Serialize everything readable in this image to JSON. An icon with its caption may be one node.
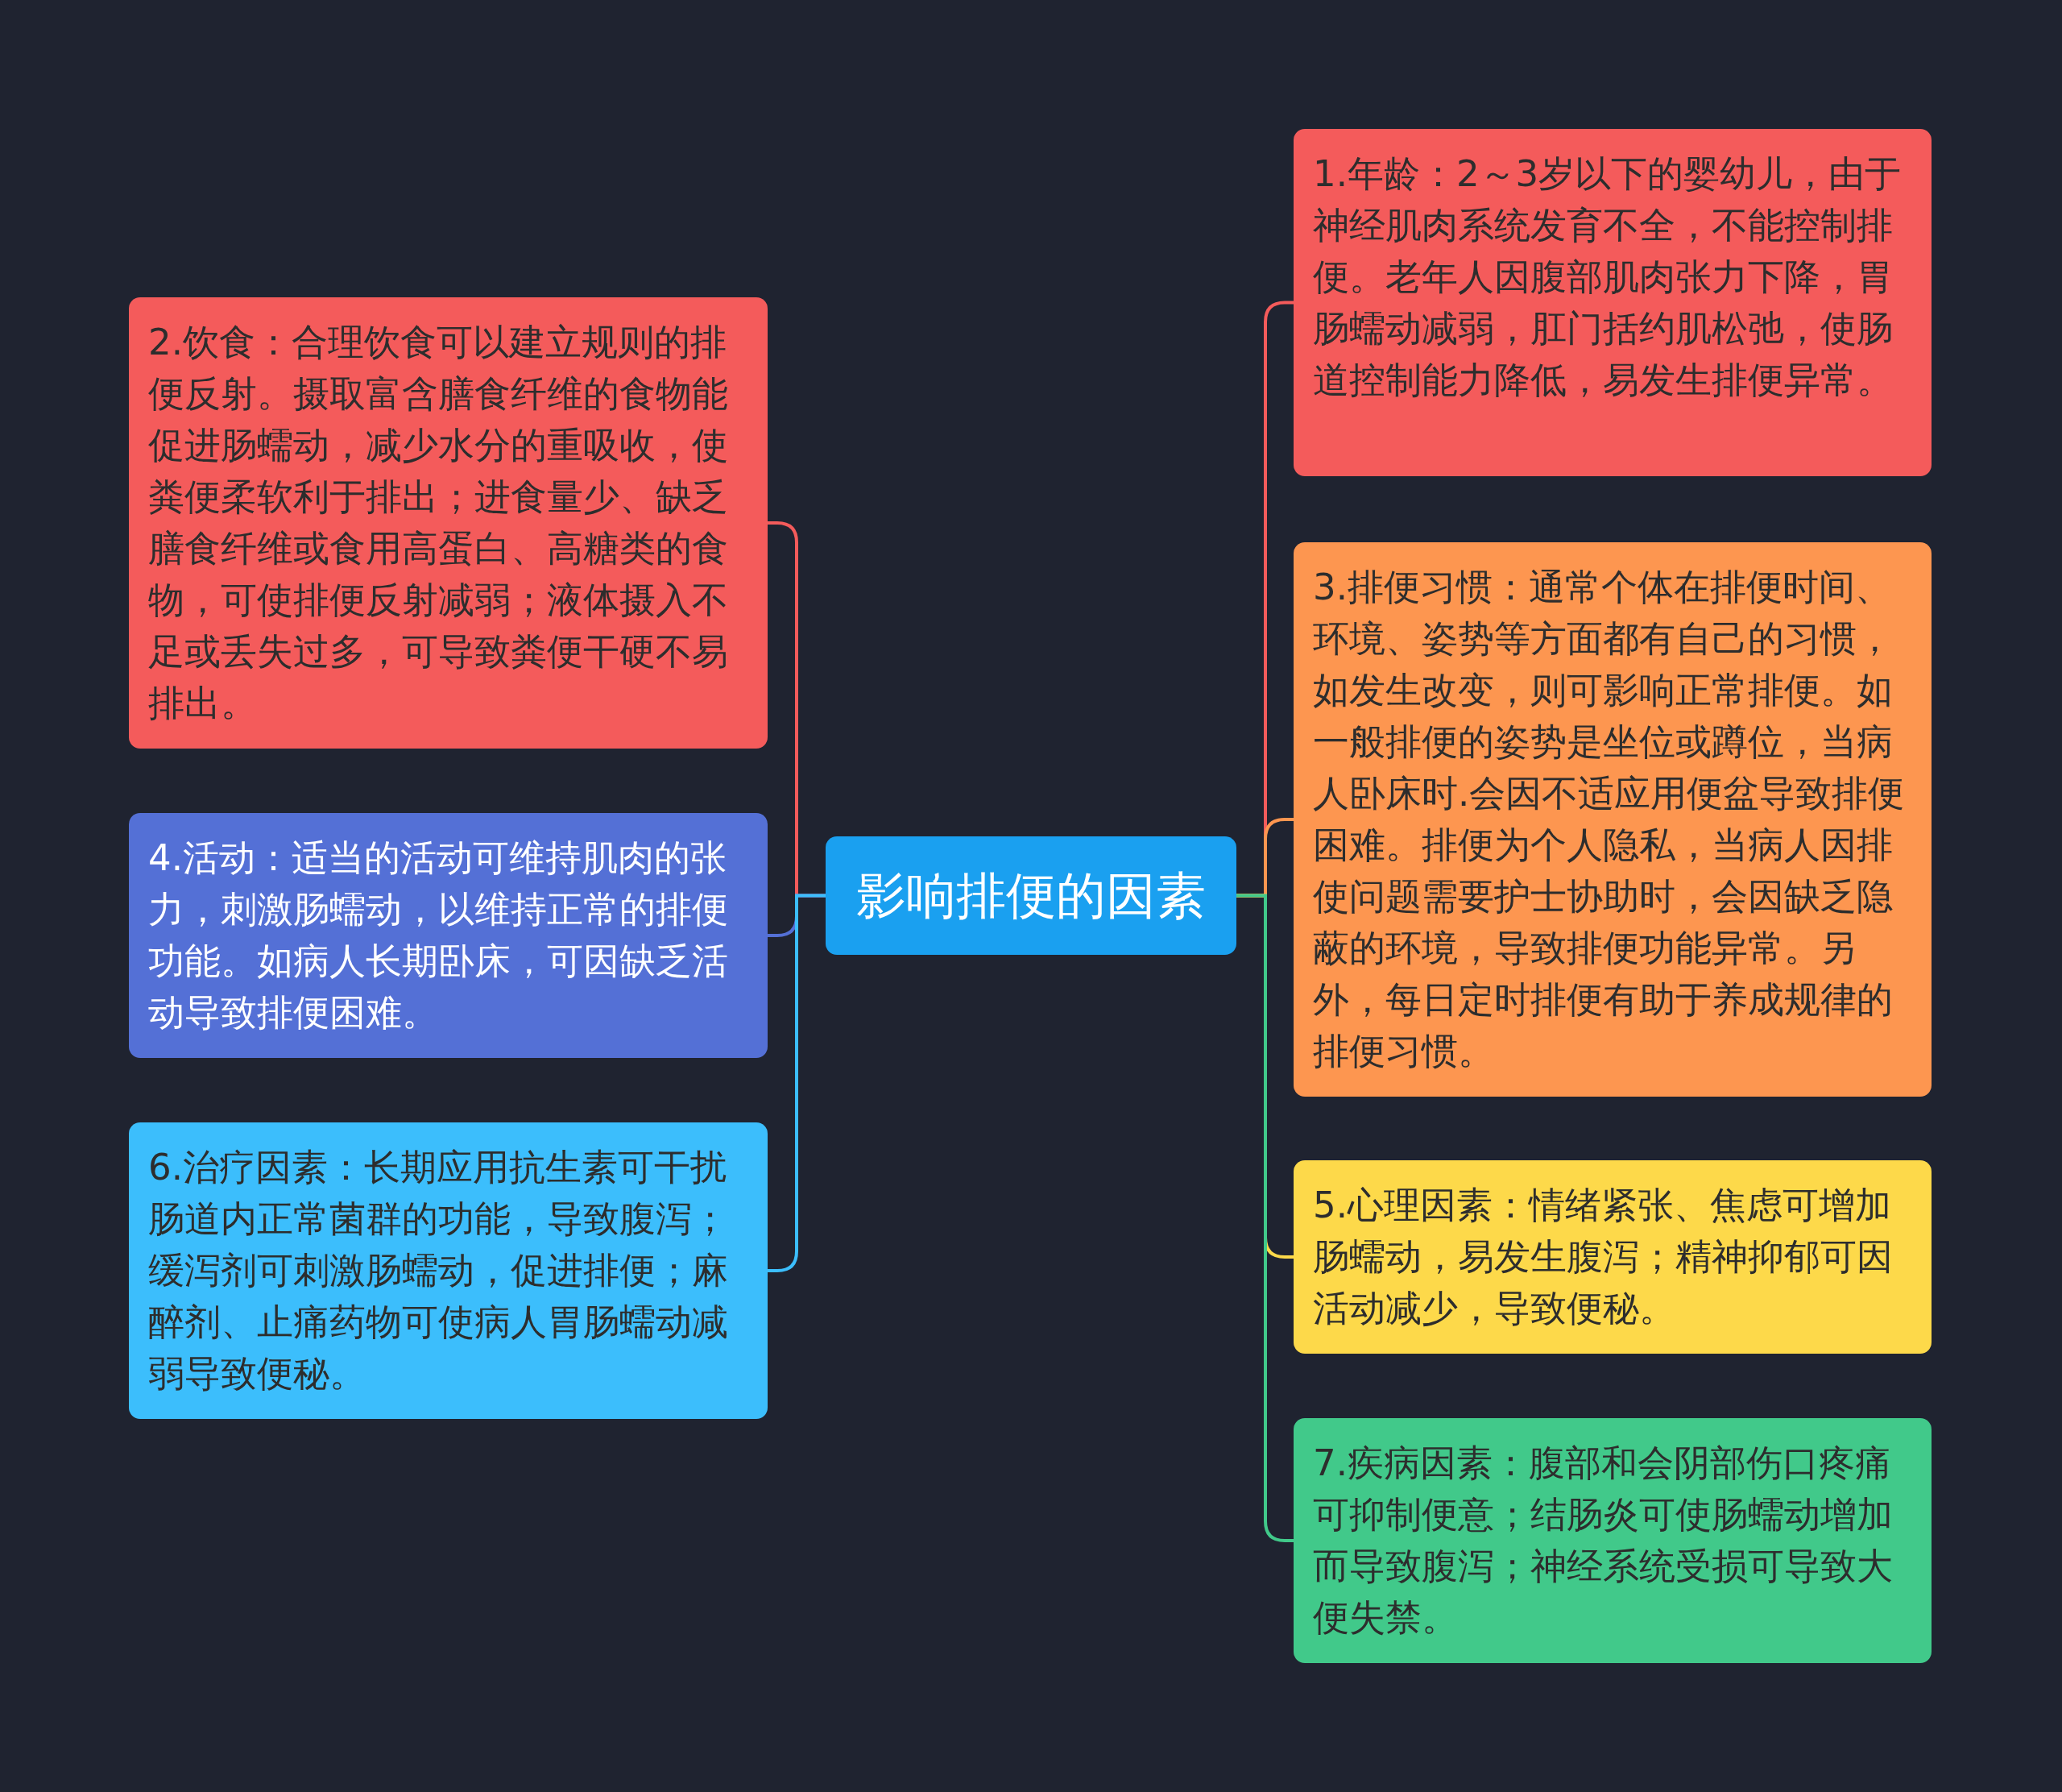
{
  "diagram": {
    "nodes": [
      {
        "text": [
          "影响排便的因素"
        ]
      },
      {
        "text": [
          "1.年龄：2～3岁以下的婴幼儿，由于神经肌肉系统发育不全，不能控制排便。老年人因腹部肌肉张力下降，胃肠蠕动减弱，肛门括约肌松弛，使肠道控制能力降低，易发生排便异常。"
        ]
      },
      {
        "text": [
          "2.饮食：合理饮食可以建立规则的排便反射。摄取富含膳食纤维的食物能促进肠蠕动，减少水分的重吸收，使粪便柔软利于排出；进食量少、缺乏膳食纤维或食用高蛋白、高糖类的食物，可使排便反射减弱；液体摄入不足或丢失过多，可导致粪便干硬不易排出。"
        ]
      },
      {
        "text": [
          "3.排便习惯：通常个体在排便时间、环境、姿势等方面都有自己的习惯，如发生改变，则可影响正常排便。如一般排便的姿势是坐位或蹲位，当病人卧床时.会因不适应用便盆导致排便困难。排便为个人隐私，当病人因排使问题需要护士协助时，会因缺乏隐蔽的环境，导致排便功能异常。另外，每日定时排便有助于养成规律的排便习惯。"
        ]
      },
      {
        "text": [
          "4.活动：适当的活动可维持肌肉的张力，刺激肠蠕动，以维持正常的排便功能。如病人长期卧床，可因缺乏活动导致排便困难。"
        ]
      },
      {
        "text": [
          "5.心理因素：情绪紧张、焦虑可增加肠蠕动，易发生腹泻；精神抑郁可因活动减少，导致便秘。"
        ]
      },
      {
        "text": [
          "6.治疗因素：长期应用抗生素可干扰肠道内正常菌群的功能，导致腹泻；缓泻剂可刺激肠蠕动，促进排便；麻醉剂、止痛药物可使病人胃肠蠕动减弱导致便秘。"
        ]
      },
      {
        "text": [
          "7.疾病因素：腹部和会阴部伤口疼痛可抑制便意；结肠炎可使肠蠕动增加而导致腹泻；神经系统受损可导致大便失禁。"
        ]
      }
    ],
    "edges": [
      {
        "from": 0,
        "to": 1,
        "arrow": "none",
        "color": "#f45b5b"
      },
      {
        "from": 0,
        "to": 2,
        "arrow": "none",
        "color": "#f45b5b"
      },
      {
        "from": 0,
        "to": 3,
        "arrow": "none",
        "color": "#fd9650"
      },
      {
        "from": 0,
        "to": 4,
        "arrow": "none",
        "color": "#5470d6"
      },
      {
        "from": 0,
        "to": 5,
        "arrow": "none",
        "color": "#fdd94a"
      },
      {
        "from": 0,
        "to": 6,
        "arrow": "none",
        "color": "#3cbefc"
      },
      {
        "from": 0,
        "to": 7,
        "arrow": "none",
        "color": "#41c98a"
      }
    ]
  }
}
